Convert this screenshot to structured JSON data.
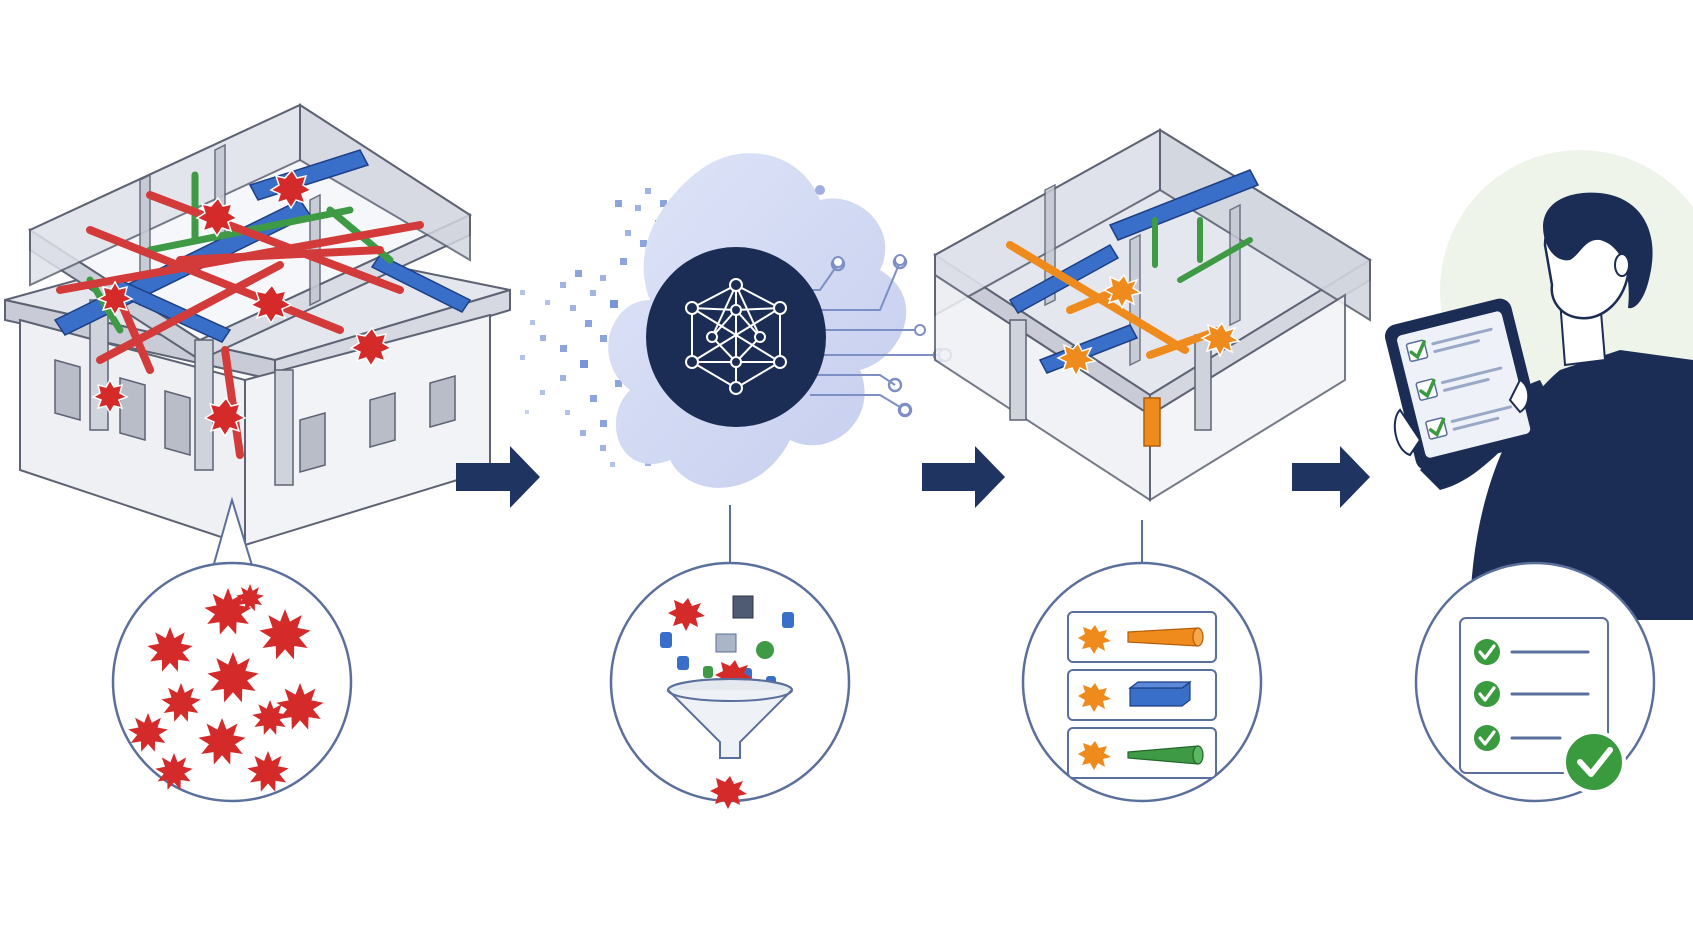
{
  "diagram": {
    "steps": [
      {
        "id": "clash-model",
        "icon": "building-clash-model-icon",
        "detail_icon": "many-clashes-icon"
      },
      {
        "id": "ai-filter",
        "icon": "ai-network-icon",
        "detail_icon": "funnel-filter-icon"
      },
      {
        "id": "prioritized-model",
        "icon": "building-prioritized-model-icon",
        "detail_icon": "grouped-clash-list-icon"
      },
      {
        "id": "review",
        "icon": "person-with-tablet-icon",
        "detail_icon": "checklist-approved-icon"
      }
    ],
    "connectors": [
      "arrow-right-icon",
      "arrow-right-icon",
      "arrow-right-icon"
    ]
  },
  "colors": {
    "navy": "#1f3461",
    "outline": "#5a6f9c",
    "clash_red": "#d42a2a",
    "priority_orange": "#ef8a1c",
    "duct_blue": "#3a6fc9",
    "pipe_green": "#3f9a45",
    "pipe_red": "#d33a3a",
    "cloud": "#c9d3f1",
    "approve_green": "#3a9a3e"
  }
}
